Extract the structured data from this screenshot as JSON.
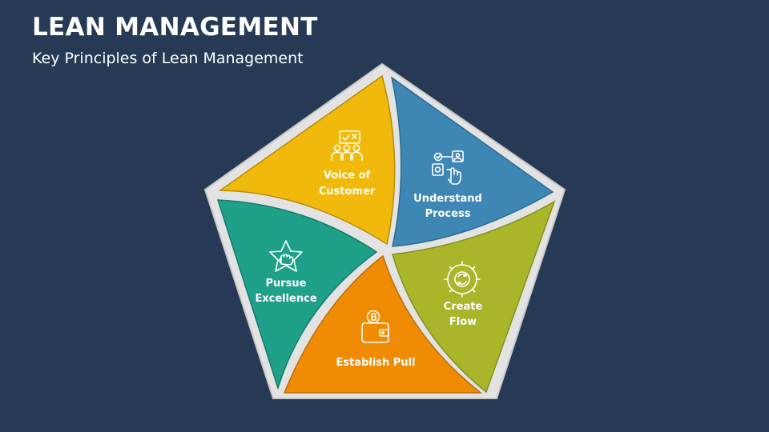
{
  "title": "LEAN MANAGEMENT",
  "subtitle": "Key Principles of Lean Management",
  "colors": {
    "background": "#263a55",
    "frame": "#e3e3e3",
    "voice_of_customer": "#f0b90b",
    "understand_process": "#3e87b4",
    "create_flow": "#a9b62a",
    "establish_pull": "#f08c04",
    "pursue_excellence": "#1fa089"
  },
  "segments": {
    "voice_of_customer": {
      "line1": "Voice of",
      "line2": "Customer",
      "icon": "people-checklist-icon"
    },
    "understand_process": {
      "line1": "Understand",
      "line2": "Process",
      "icon": "process-touch-icon"
    },
    "create_flow": {
      "line1": "Create",
      "line2": "Flow",
      "icon": "gear-cycle-icon"
    },
    "establish_pull": {
      "line1": "Establish Pull",
      "icon": "wallet-coin-icon"
    },
    "pursue_excellence": {
      "line1": "Pursue",
      "line2": "Excellence",
      "icon": "star-fist-icon"
    }
  }
}
